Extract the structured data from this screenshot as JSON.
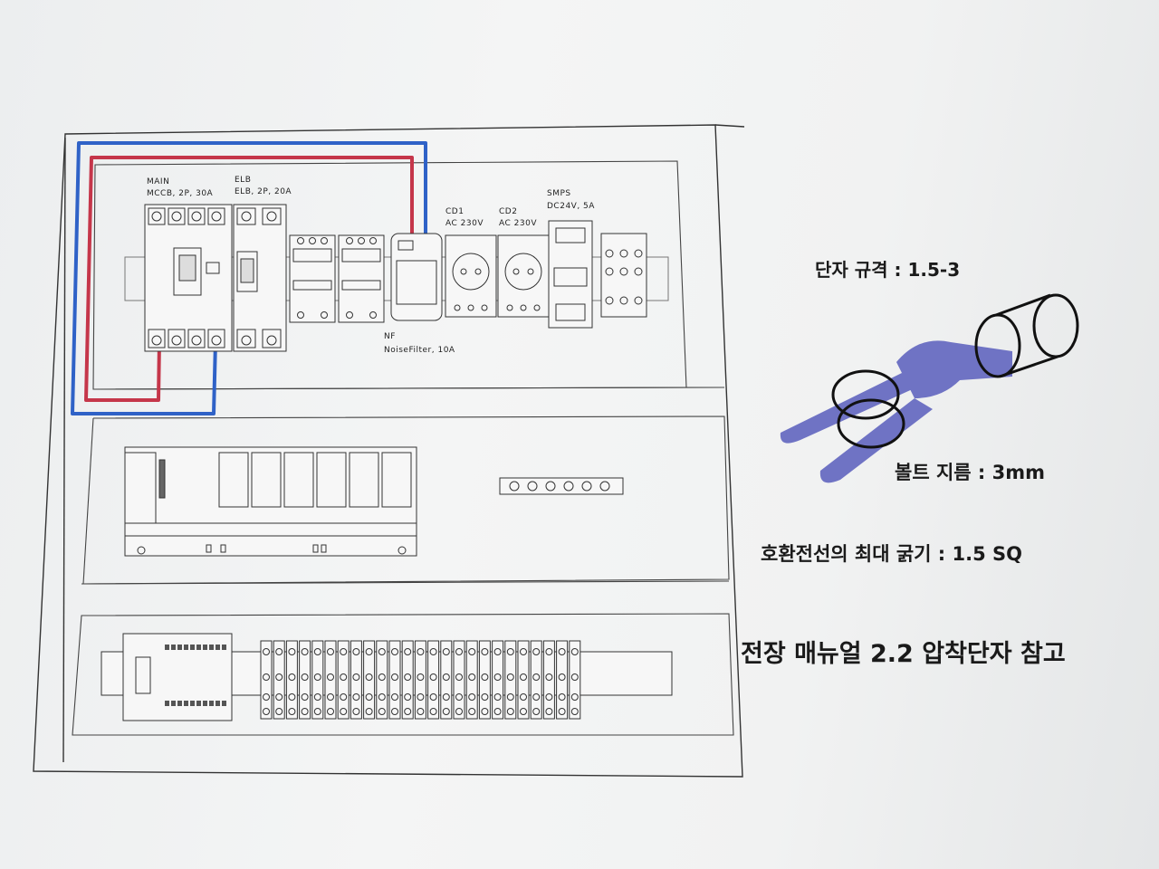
{
  "panel": {
    "main": {
      "name": "MAIN",
      "spec": "MCCB, 2P, 30A"
    },
    "elb": {
      "name": "ELB",
      "spec": "ELB, 2P, 20A"
    },
    "cd1": {
      "name": "CD1",
      "spec": "AC 230V"
    },
    "cd2": {
      "name": "CD2",
      "spec": "AC 230V"
    },
    "smps": {
      "name": "SMPS",
      "spec": "DC24V, 5A"
    },
    "nf": {
      "name": "NF",
      "spec": "NoiseFilter, 10A"
    }
  },
  "wire_colors": {
    "live": "#c5364a",
    "neutral": "#2f62c7"
  },
  "terminal": {
    "spec_label": "단자 규격 : 1.5-3",
    "bolt_label": "볼트 지름 : 3mm",
    "wire_label": "호환전선의 최대 굵기 : 1.5 SQ",
    "reference": "전장 매뉴얼 2.2 압착단자 참고",
    "lug_color": "#6f73c4"
  }
}
